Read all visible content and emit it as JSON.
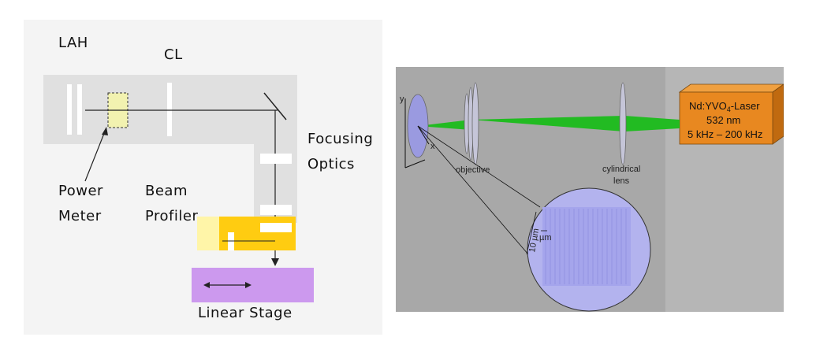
{
  "left_diagram": {
    "labels": {
      "lah": "LAH",
      "cl": "CL",
      "focusing": "Focusing",
      "optics": "Optics",
      "power": "Power",
      "meter": "Meter",
      "beam": "Beam",
      "profiler": "Profiler",
      "linear_stage": "Linear Stage"
    },
    "colors": {
      "rail": "#e0e0e0",
      "power_meter": "#f2f2b0",
      "beam_profiler": "#ffcc11",
      "beam_profiler_light": "#fff5a8",
      "linear_stage": "#cc99ee"
    }
  },
  "right_diagram": {
    "laser": {
      "name_prefix": "Nd:YVO",
      "name_sub": "4",
      "name_suffix": "-Laser",
      "wavelength": "532 nm",
      "rate": "5 kHz – 200 kHz"
    },
    "labels": {
      "objective": "objective",
      "cylindrical_1": "cylindrical",
      "cylindrical_2": "lens",
      "axis_y": "y",
      "axis_x": "x",
      "scale_1": "10 µm",
      "scale_2": "µm"
    },
    "colors": {
      "background": "#a8a8a8",
      "background_right": "#b6b6b6",
      "beam": "#22bb22",
      "laser_box": "#e88820",
      "sample": "#b3b3ee"
    }
  }
}
